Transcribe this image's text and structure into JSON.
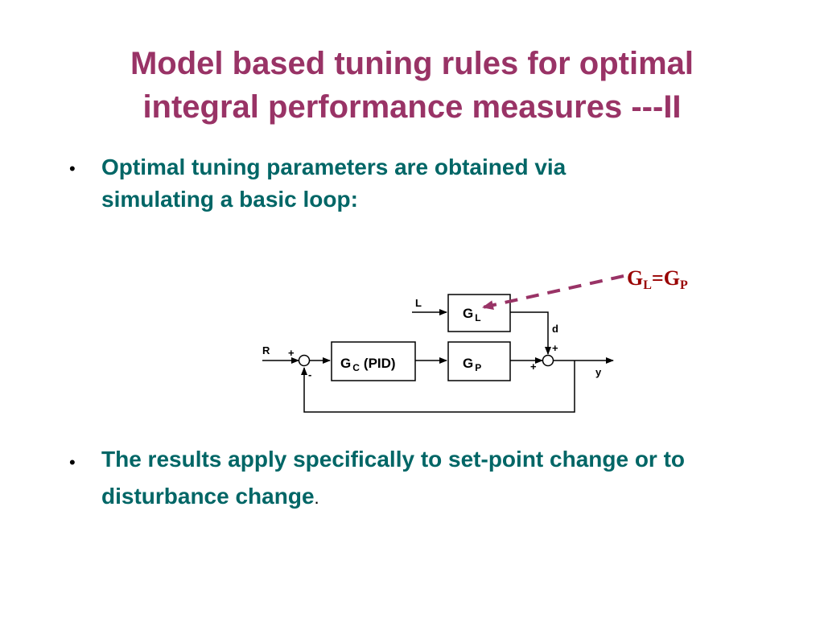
{
  "slide": {
    "title_line1": "Model based tuning rules for optimal",
    "title_line2": "integral performance measures ---II",
    "bullet_glyph": "•",
    "bullet1": "Optimal tuning parameters are obtained via simulating a basic loop:",
    "bullet2": "The results apply specifically to set-point change or to disturbance change",
    "bullet2_period": "."
  },
  "diagram": {
    "input_R": "R",
    "input_L": "L",
    "block_gc_main": "G",
    "block_gc_sub": "C",
    "block_gc_pid": "(PID)",
    "block_gl_main": "G",
    "block_gl_sub": "L",
    "block_gp_main": "G",
    "block_gp_sub": "P",
    "signal_d": "d",
    "signal_y": "y",
    "sum1_plus": "+",
    "sum1_minus": "-",
    "sum2_plus_top": "+",
    "sum2_plus_left": "+",
    "annotation_g1": "G",
    "annotation_s1": "L",
    "annotation_eq": "=G",
    "annotation_s2": "P"
  },
  "colors": {
    "title": "#993366",
    "body_text": "#006666",
    "arrow": "#993366",
    "annotation": "#990000"
  }
}
